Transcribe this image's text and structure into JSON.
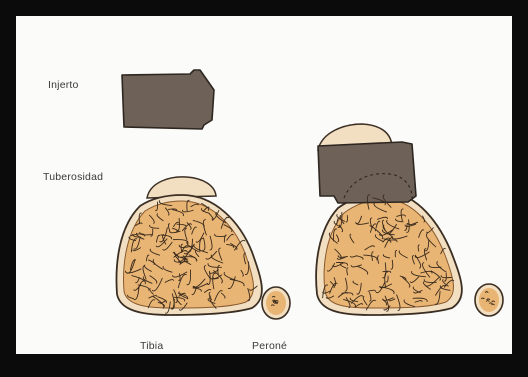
{
  "labels": {
    "injerto": "Injerto",
    "tuberosidad": "Tuberosidad",
    "tibia": "Tibia",
    "perone": "Peroné"
  },
  "colors": {
    "frame": "#0b0b0b",
    "panel": "#fbfbfa",
    "bone_fill": "#e8b574",
    "bone_rim": "#f2dfc2",
    "bone_outline": "#3b2e22",
    "graft": "#6e6258",
    "graft_outline": "#2e2620",
    "speckle": "#3a2a1c"
  },
  "icons": [
    "graft-block",
    "tuberosity-cap",
    "tibia-section",
    "fibula-section"
  ]
}
